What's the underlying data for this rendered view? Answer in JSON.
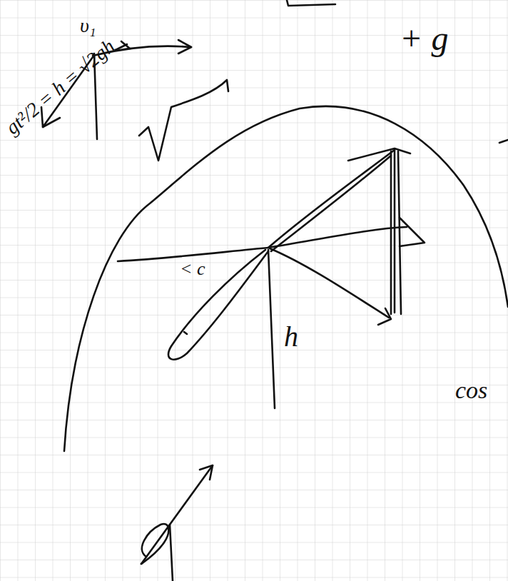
{
  "diagram": {
    "labels": [
      "υ₁",
      "gt²/2 = h = √2gh",
      "+ g",
      "< c",
      "h",
      "cos"
    ]
  }
}
